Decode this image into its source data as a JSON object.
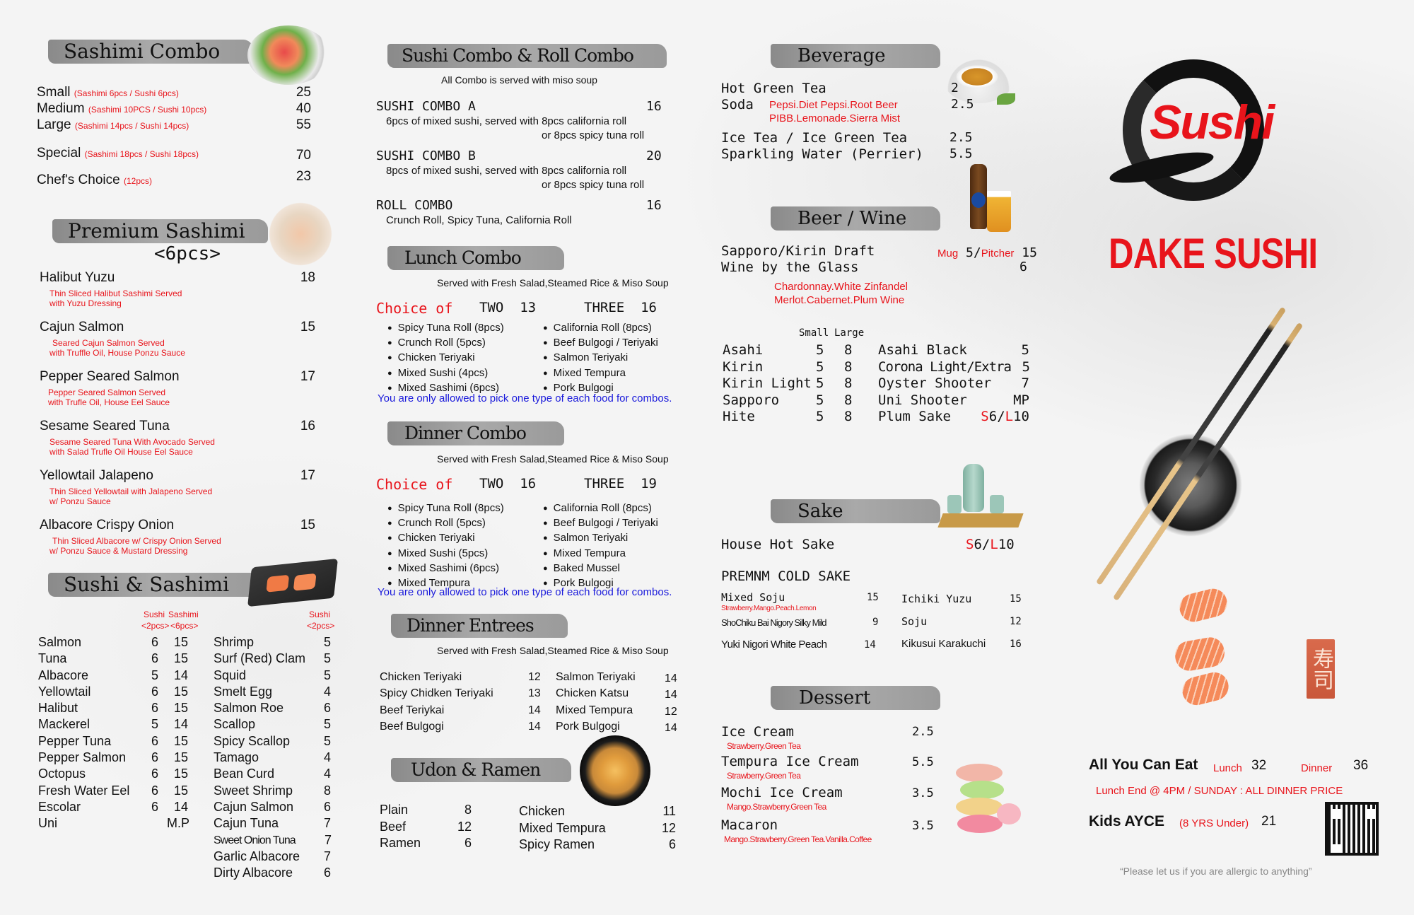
{
  "sashimi_combo": {
    "title": "Sashimi Combo",
    "items": [
      {
        "name": "Small",
        "note": "(Sashimi 6pcs / Sushi 6pcs)",
        "price": "25"
      },
      {
        "name": "Medium",
        "note": "(Sashimi 10PCS / Sushi 10pcs)",
        "price": "40"
      },
      {
        "name": "Large",
        "note": "(Sashimi 14pcs / Sushi 14pcs)",
        "price": "55"
      },
      {
        "name": "Special",
        "note": "(Sashimi 18pcs / Sushi 18pcs)",
        "price": "70"
      },
      {
        "name": "Chef's Choice",
        "note": "(12pcs)",
        "price": "23"
      }
    ]
  },
  "premium_sashimi": {
    "title": "Premium Sashimi",
    "subtitle": "<6pcs>",
    "items": [
      {
        "name": "Halibut Yuzu",
        "desc1": "Thin Sliced Halibut Sashimi Served",
        "desc2": "with Yuzu Dressing",
        "price": "18"
      },
      {
        "name": "Cajun Salmon",
        "desc1": "Seared Cajun Salmon Served",
        "desc2": "with Truffle Oil, House Ponzu Sauce",
        "price": "15"
      },
      {
        "name": "Pepper Seared Salmon",
        "desc1": "Pepper Seared Salmon Served",
        "desc2": "with Trufle Oil, House Eel Sauce",
        "price": "17"
      },
      {
        "name": "Sesame Seared Tuna",
        "desc1": "Sesame Seared Tuna With Avocado Served",
        "desc2": "with Salad Trufle Oil House Eel Sauce",
        "price": "16"
      },
      {
        "name": "Yellowtail Jalapeno",
        "desc1": "Thin Sliced Yellowtail with Jalapeno Served",
        "desc2": "w/ Ponzu Sauce",
        "price": "17"
      },
      {
        "name": "Albacore Crispy Onion",
        "desc1": "Thin Sliced Albacore w/ Crispy Onion Served",
        "desc2": "w/ Ponzu Sauce & Mustard Dressing",
        "price": "15"
      }
    ]
  },
  "sushi_sashimi": {
    "title": "Sushi & Sashimi",
    "col_sushi": "Sushi",
    "col_sashimi": "Sashimi",
    "col_sushi_pcs": "<2pcs>",
    "col_sashimi_pcs": "<6pcs>",
    "col2_sushi": "Sushi",
    "col2_pcs": "<2pcs>",
    "left": [
      {
        "name": "Salmon",
        "sushi": "6",
        "sashimi": "15"
      },
      {
        "name": "Tuna",
        "sushi": "6",
        "sashimi": "15"
      },
      {
        "name": "Albacore",
        "sushi": "5",
        "sashimi": "14"
      },
      {
        "name": "Yellowtail",
        "sushi": "6",
        "sashimi": "15"
      },
      {
        "name": "Halibut",
        "sushi": "6",
        "sashimi": "15"
      },
      {
        "name": "Mackerel",
        "sushi": "5",
        "sashimi": "14"
      },
      {
        "name": "Pepper Tuna",
        "sushi": "6",
        "sashimi": "15"
      },
      {
        "name": "Pepper Salmon",
        "sushi": "6",
        "sashimi": "15"
      },
      {
        "name": "Octopus",
        "sushi": "6",
        "sashimi": "15"
      },
      {
        "name": "Fresh Water Eel",
        "sushi": "6",
        "sashimi": "15"
      },
      {
        "name": "Escolar",
        "sushi": "6",
        "sashimi": "14"
      },
      {
        "name": "Uni",
        "sushi": "",
        "sashimi": "M.P"
      }
    ],
    "right": [
      {
        "name": "Shrimp",
        "price": "5"
      },
      {
        "name": "Surf (Red) Clam",
        "price": "5"
      },
      {
        "name": "Squid",
        "price": "5"
      },
      {
        "name": "Smelt Egg",
        "price": "4"
      },
      {
        "name": "Salmon Roe",
        "price": "6"
      },
      {
        "name": "Scallop",
        "price": "5"
      },
      {
        "name": "Spicy Scallop",
        "price": "5"
      },
      {
        "name": "Tamago",
        "price": "4"
      },
      {
        "name": "Bean Curd",
        "price": "4"
      },
      {
        "name": "Sweet Shrimp",
        "price": "8"
      },
      {
        "name": "Cajun Salmon",
        "price": "6"
      },
      {
        "name": "Cajun Tuna",
        "price": "7"
      },
      {
        "name": "Sweet Onion Tuna",
        "price": "7"
      },
      {
        "name": "Garlic Albacore",
        "price": "7"
      },
      {
        "name": "Dirty Albacore",
        "price": "6"
      }
    ]
  },
  "sushi_combo": {
    "title": "Sushi Combo & Roll Combo",
    "note": "All Combo is served with miso soup",
    "items": [
      {
        "name": "SUSHI COMBO A",
        "price": "16",
        "d1": "6pcs of mixed sushi, served with 8pcs california roll",
        "d2": "or 8pcs spicy tuna roll"
      },
      {
        "name": "SUSHI COMBO B",
        "price": "20",
        "d1": "8pcs of mixed sushi, served with 8pcs california roll",
        "d2": "or 8pcs spicy tuna roll"
      },
      {
        "name": "ROLL COMBO",
        "price": "16",
        "d1": "Crunch Roll, Spicy Tuna, California Roll",
        "d2": ""
      }
    ]
  },
  "lunch_combo": {
    "title": "Lunch Combo",
    "note": "Served with Fresh Salad,Steamed Rice & Miso Soup",
    "choice": "Choice of",
    "two": "TWO",
    "two_price": "13",
    "three": "THREE",
    "three_price": "16",
    "left": [
      "Spicy Tuna Roll (8pcs)",
      "Crunch Roll (5pcs)",
      "Chicken Teriyaki",
      "Mixed Sushi (4pcs)",
      "Mixed Sashimi (6pcs)"
    ],
    "right": [
      "California Roll (8pcs)",
      "Beef Bulgogi / Teriyaki",
      "Salmon Teriyaki",
      "Mixed Tempura",
      "Pork Bulgogi"
    ],
    "rule": "You are only allowed to pick one type of each food for combos."
  },
  "dinner_combo": {
    "title": "Dinner Combo",
    "note": "Served with Fresh Salad,Steamed Rice & Miso Soup",
    "choice": "Choice of",
    "two": "TWO",
    "two_price": "16",
    "three": "THREE",
    "three_price": "19",
    "left": [
      "Spicy Tuna Roll (8pcs)",
      "Crunch Roll (5pcs)",
      "Chicken Teriyaki",
      "Mixed Sushi (5pcs)",
      "Mixed Sashimi (6pcs)",
      "Mixed Tempura"
    ],
    "right": [
      "California Roll (8pcs)",
      "Beef Bulgogi / Teriyaki",
      "Salmon Teriyaki",
      "Mixed Tempura",
      "Baked Mussel",
      "Pork Bulgogi"
    ],
    "rule": "You are only allowed to pick one type of each food for combos."
  },
  "dinner_entrees": {
    "title": "Dinner Entrees",
    "note": "Served with Fresh Salad,Steamed Rice & Miso Soup",
    "left": [
      {
        "name": "Chicken Teriyaki",
        "price": "12"
      },
      {
        "name": "Spicy Chidken Teriyaki",
        "price": "13"
      },
      {
        "name": "Beef Teriykai",
        "price": "14"
      },
      {
        "name": "Beef Bulgogi",
        "price": "14"
      }
    ],
    "right": [
      {
        "name": "Salmon Teriyaki",
        "price": "14"
      },
      {
        "name": "Chicken Katsu",
        "price": "14"
      },
      {
        "name": "Mixed Tempura",
        "price": "12"
      },
      {
        "name": "Pork Bulgogi",
        "price": "14"
      }
    ]
  },
  "udon": {
    "title": "Udon & Ramen",
    "left": [
      {
        "name": "Plain",
        "price": "8"
      },
      {
        "name": "Beef",
        "price": "12"
      },
      {
        "name": "Ramen",
        "price": "6"
      }
    ],
    "right": [
      {
        "name": "Chicken",
        "price": "11"
      },
      {
        "name": "Mixed Tempura",
        "price": "12"
      },
      {
        "name": "Spicy Ramen",
        "price": "6"
      }
    ]
  },
  "beverage": {
    "title": "Beverage",
    "hot_tea": "Hot Green Tea",
    "hot_tea_price": "2",
    "soda": "Soda",
    "soda_list1": "Pepsi.Diet Pepsi.Root Beer",
    "soda_list2": "PIBB.Lemonade.Sierra Mist",
    "soda_price": "2.5",
    "ice_tea": "Ice Tea / Ice Green Tea",
    "ice_tea_price": "2.5",
    "sparkling": "Sparkling Water (Perrier)",
    "sparkling_price": "5.5"
  },
  "beer": {
    "title": "Beer / Wine",
    "draft": "Sapporo/Kirin Draft",
    "mug": "Mug",
    "mug_price": "5",
    "slash": "/",
    "pitcher": "Pitcher",
    "pitcher_price": "15",
    "wine": "Wine by the Glass",
    "wine_price": "6",
    "wine_list1": "Chardonnay.White Zinfandel",
    "wine_list2": "Merlot.Cabernet.Plum Wine",
    "small": "Small",
    "large": "Large",
    "bottles": [
      {
        "name": "Asahi",
        "small": "5",
        "large": "8"
      },
      {
        "name": "Kirin",
        "small": "5",
        "large": "8"
      },
      {
        "name": "Kirin Light",
        "small": "5",
        "large": "8"
      },
      {
        "name": "Sapporo",
        "small": "5",
        "large": "8"
      },
      {
        "name": "Hite",
        "small": "5",
        "large": "8"
      }
    ],
    "others": [
      {
        "name": "Asahi Black",
        "price": "5"
      },
      {
        "name": "Corona Light/Extra",
        "price": "5"
      },
      {
        "name": "Oyster Shooter",
        "price": "7"
      },
      {
        "name": "Uni Shooter",
        "price": "MP"
      }
    ],
    "plum": "Plum Sake",
    "plum_s": "S",
    "plum_s_price": "6",
    "plum_l": "L",
    "plum_l_price": "10"
  },
  "sake": {
    "title": "Sake",
    "house": "House Hot Sake",
    "house_s": "S",
    "house_s_price": "6",
    "house_l": "L",
    "house_l_price": "10",
    "premium_title": "PREMNM COLD SAKE",
    "mixed_soju": "Mixed Soju",
    "mixed_soju_price": "15",
    "mixed_soju_note": "Strawberry.Mango.Peach.Lemon",
    "shochiku": "ShoChiku Bai Nigory Silky Mild",
    "shochiku_price": "9",
    "yuki": "Yuki Nigori White Peach",
    "yuki_price": "14",
    "ichiki": "Ichiki Yuzu",
    "ichiki_price": "15",
    "soju": "Soju",
    "soju_price": "12",
    "kikusui": "Kikusui Karakuchi",
    "kikusui_price": "16"
  },
  "dessert": {
    "title": "Dessert",
    "items": [
      {
        "name": "Ice Cream",
        "note": "Strawberry.Green Tea",
        "price": "2.5"
      },
      {
        "name": "Tempura Ice Cream",
        "note": "Strawberry.Green Tea",
        "price": "5.5"
      },
      {
        "name": "Mochi Ice Cream",
        "note": "Mango.Strawberry.Green Tea",
        "price": "3.5"
      },
      {
        "name": "Macaron",
        "note": "Mango.Strawberry.Green Tea.Vanilla.Coffee",
        "price": "3.5"
      }
    ]
  },
  "brand": {
    "logo_text": "Sushi",
    "name": "DAKE SUSHI",
    "seal": "寿司"
  },
  "ayce": {
    "title": "All You Can Eat",
    "lunch": "Lunch",
    "lunch_price": "32",
    "dinner": "Dinner",
    "dinner_price": "36",
    "note": "Lunch End @ 4PM / SUNDAY : ALL DINNER PRICE",
    "kids": "Kids AYCE",
    "kids_note": "(8 YRS Under)",
    "kids_price": "21",
    "allergy": "“Please let us if you are allergic to anything”"
  },
  "colors": {
    "accent_red": "#e8141b",
    "link_blue": "#1a1adb",
    "banner_grey": "#9a9a9a"
  }
}
